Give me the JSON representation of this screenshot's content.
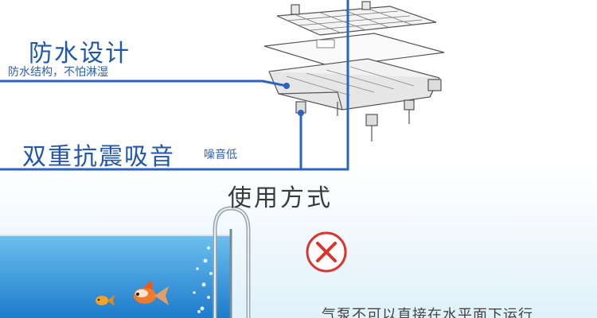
{
  "features": {
    "waterproof_title": "防水设计",
    "waterproof_subtitle": "防水结构，不怕淋湿",
    "shock_title": "双重抗震吸音",
    "shock_subtitle": "噪音低"
  },
  "usage": {
    "heading": "使用方式",
    "warning_text": "气泵不可以直接在水平面下运行"
  },
  "icons": {
    "prohibited": "cross-circle-icon",
    "fish": "goldfish-icon"
  },
  "colors": {
    "accent_blue": "#1e56b0",
    "callout_line": "#2a63c4",
    "water_top": "#5fb6ea",
    "water_bottom": "#1f7fcf",
    "prohibit_red": "#e0322c",
    "background_lower": "#e6f4fb"
  }
}
